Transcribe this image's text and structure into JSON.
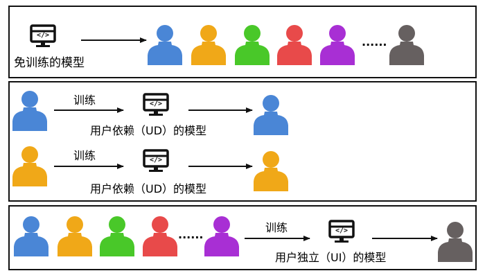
{
  "panel1": {
    "caption": "免训练的模型",
    "ellipsis": "......"
  },
  "panel2": {
    "rows": [
      {
        "train": "训练",
        "caption": "用户依赖（UD）的模型"
      },
      {
        "train": "训练",
        "caption": "用户依赖（UD）的模型"
      }
    ]
  },
  "panel3": {
    "ellipsis": "......",
    "train": "训练",
    "caption": "用户独立（UI）的模型"
  },
  "icon": {
    "code": "</>"
  },
  "colors": {
    "blue": "#4a86d6",
    "orange": "#f0a818",
    "green": "#49c829",
    "red": "#e84a4a",
    "purple": "#a82fd4",
    "gray": "#666060"
  }
}
